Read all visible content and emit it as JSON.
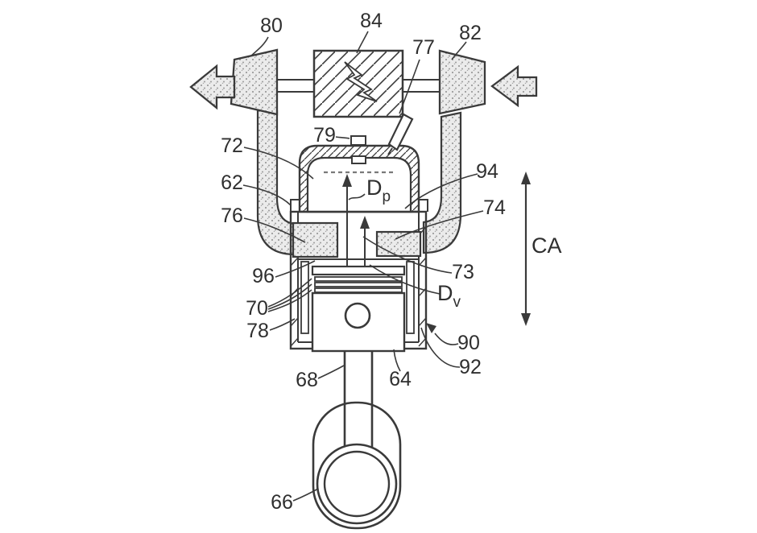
{
  "figure": {
    "kind": "patent engine cylinder cross-section line drawing",
    "colors": {
      "background": "#ffffff",
      "line": "#3a3a3a",
      "stipple_bg": "#ebebeb",
      "stipple_dot": "#8e8e8e",
      "dashed_line": "#7a7a7a"
    },
    "labels": {
      "part_80": "80",
      "part_84": "84",
      "part_82": "82",
      "part_77": "77",
      "part_79": "79",
      "part_72": "72",
      "part_62": "62",
      "part_76": "76",
      "part_94": "94",
      "part_74": "74",
      "part_96": "96",
      "part_73": "73",
      "part_70": "70",
      "part_78": "78",
      "part_90": "90",
      "part_92": "92",
      "part_68": "68",
      "part_64": "64",
      "part_66": "66",
      "dim_ca": "CA",
      "dim_dp_main": "D",
      "dim_dp_sub": "p",
      "dim_dv_main": "D",
      "dim_dv_sub": "v"
    }
  }
}
